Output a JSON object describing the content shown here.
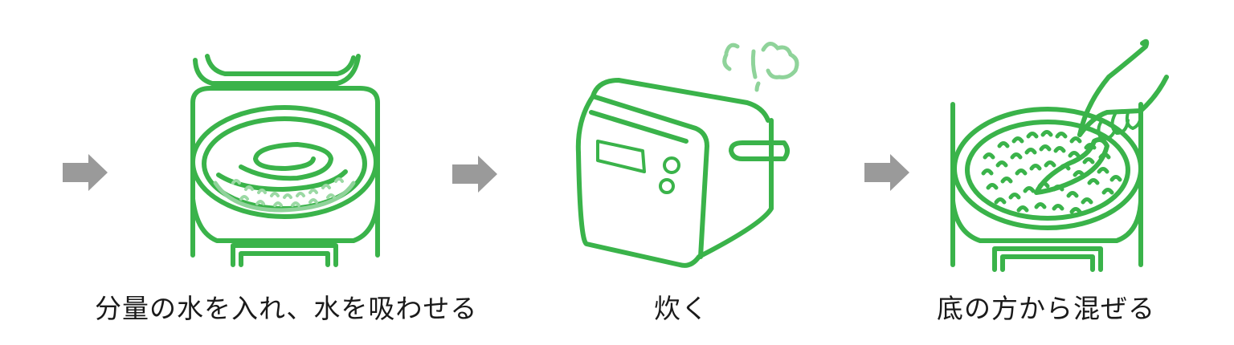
{
  "steps": [
    {
      "caption": "分量の水を入れ、水を吸わせる"
    },
    {
      "caption": "炊く"
    },
    {
      "caption": "底の方から混ぜる"
    }
  ],
  "colors": {
    "line": "#3ab34a",
    "arrow": "#9a9a9a",
    "text": "#1a1a1a"
  },
  "icons": [
    "arrow-right-icon",
    "rice-cooker-open-icon",
    "rice-cooker-closed-icon",
    "steam-icon",
    "hand-paddle-icon"
  ]
}
